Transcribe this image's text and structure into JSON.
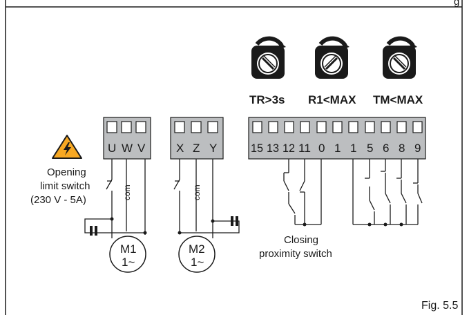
{
  "figure_label": "Fig. 5.5",
  "header_partial_text": "g",
  "trimmers": [
    {
      "label": "TR>3s"
    },
    {
      "label": "R1<MAX"
    },
    {
      "label": "TM<MAX"
    }
  ],
  "terminal_block_u": {
    "terminals": [
      "U",
      "W",
      "V"
    ]
  },
  "terminal_block_x": {
    "terminals": [
      "X",
      "Z",
      "Y"
    ]
  },
  "terminal_block_main": {
    "terminals": [
      "15",
      "13",
      "12",
      "11",
      "0",
      "1",
      "1",
      "5",
      "6",
      "8",
      "9"
    ]
  },
  "warning_icon": "high-voltage-warning-icon",
  "opening_limit_switch": {
    "line1": "Opening",
    "line2": "limit switch",
    "line3": "(230 V - 5A)"
  },
  "com_label": "com",
  "motor1": {
    "line1": "M1",
    "line2": "1~"
  },
  "motor2": {
    "line1": "M2",
    "line2": "1~"
  },
  "closing_proximity_switch": {
    "line1": "Closing",
    "line2": "proximity switch"
  },
  "colors": {
    "terminal_fill": "#bcbec0",
    "line": "#1a1a1a",
    "warning_fill": "#f7a823",
    "knob_fill": "#1a1a1a"
  }
}
